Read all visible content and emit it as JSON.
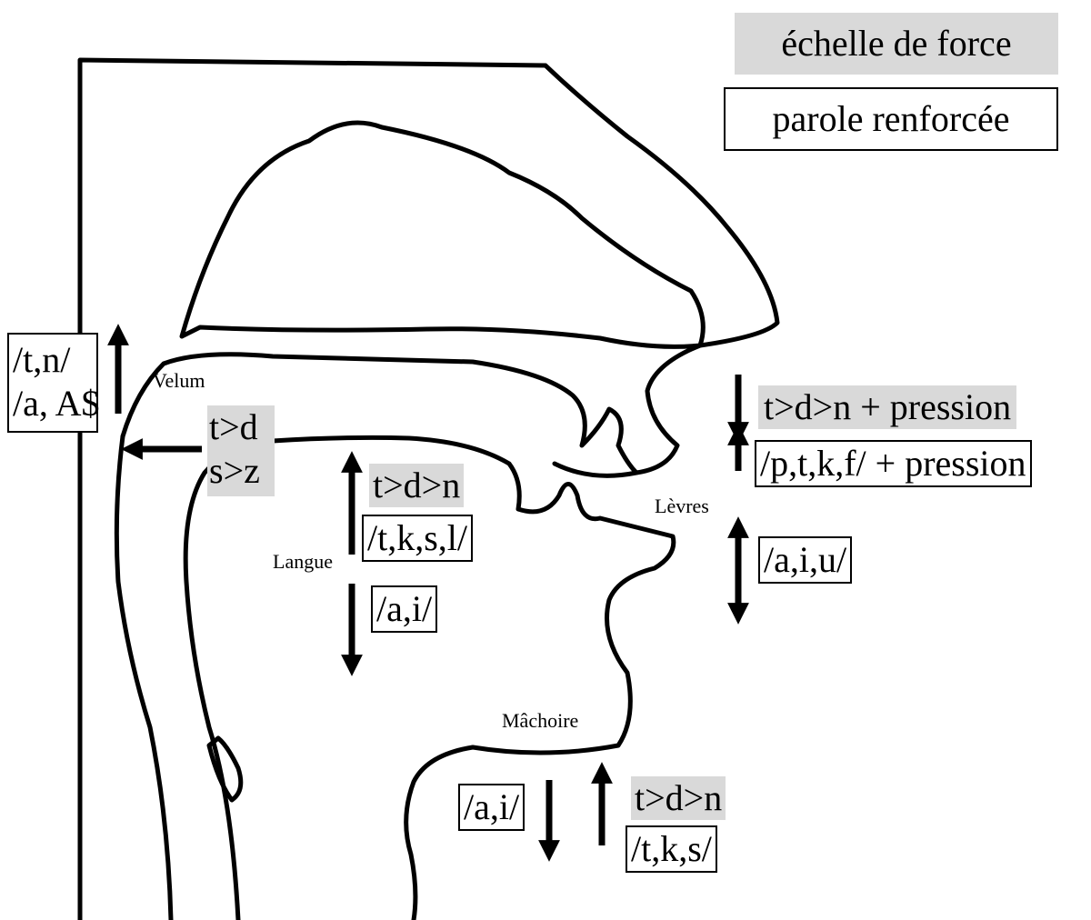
{
  "legend": {
    "scale": "échelle de force",
    "reinforced": "parole renforcée"
  },
  "articulators": {
    "velum": "Velum",
    "tongue": "Langue",
    "lips": "Lèvres",
    "jaw": "Mâchoire"
  },
  "velum": {
    "box_line1": "/t,n/",
    "box_line2": "/a, A$",
    "scale_line1": "t>d",
    "scale_line2": "s>z"
  },
  "tongue": {
    "scale": "t>d>n",
    "up_box": "/t,k,s,l/",
    "down_box": "/a,i/"
  },
  "lips": {
    "scale_pressure": "t>d>n  + pression",
    "box_pressure": "/p,t,k,f/ + pression",
    "vowels": "/a,i,u/"
  },
  "jaw": {
    "down_box": "/a,i/",
    "scale": "t>d>n",
    "up_box": "/t,k,s/"
  },
  "colors": {
    "scale_highlight": "#d9d9d9",
    "outline": "#000000"
  }
}
